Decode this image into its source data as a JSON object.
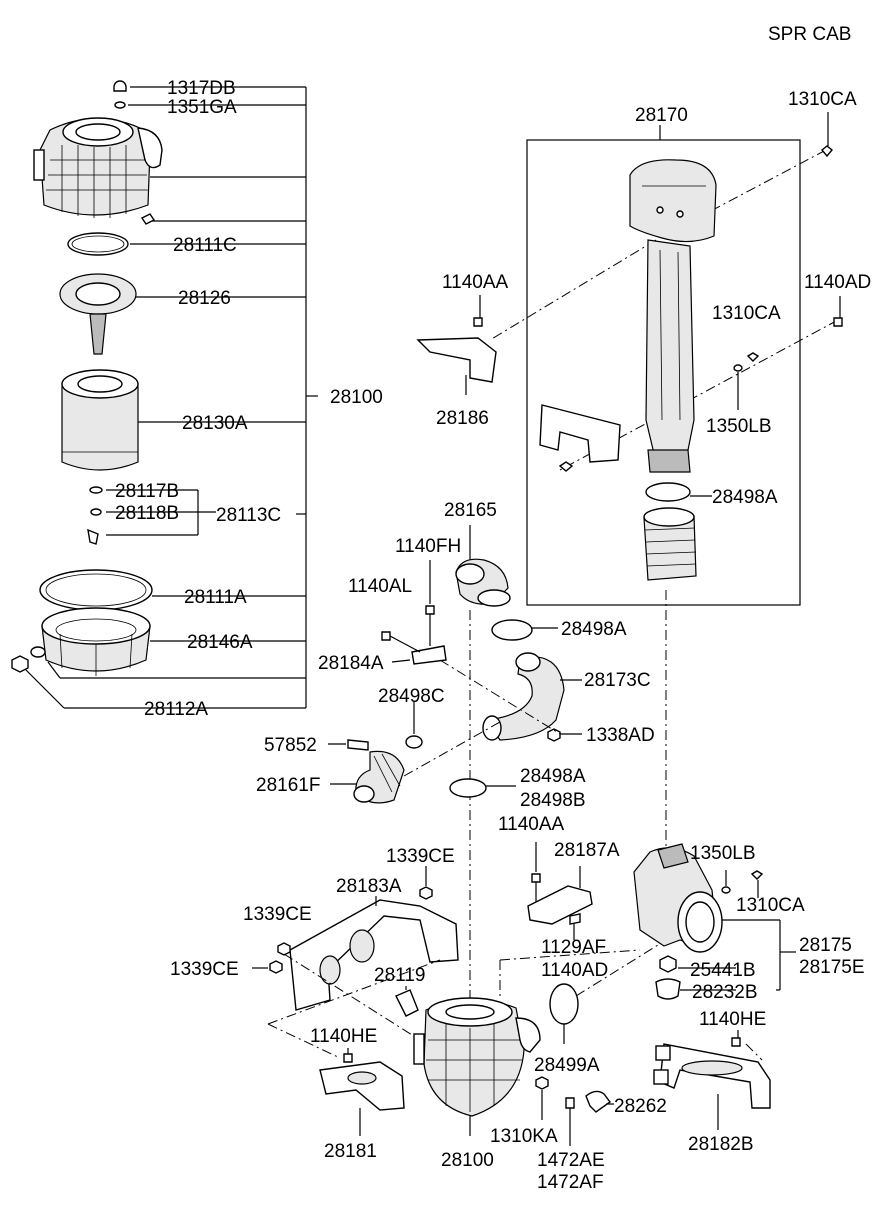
{
  "header": {
    "variant": "SPR CAB"
  },
  "labels": {
    "p1317DB": "1317DB",
    "p1351GA": "1351GA",
    "p28111C": "28111C",
    "p28126": "28126",
    "p28100_group": "28100",
    "p28130A": "28130A",
    "p28117B": "28117B",
    "p28118B": "28118B",
    "p28113C": "28113C",
    "p28111A": "28111A",
    "p28146A": "28146A",
    "p28112A": "28112A",
    "p28170": "28170",
    "p1310CA_top": "1310CA",
    "p1140AA_top": "1140AA",
    "p1140AD_top": "1140AD",
    "p1310CA_mid": "1310CA",
    "p28186": "28186",
    "p1350LB_top": "1350LB",
    "p28498A_top": "28498A",
    "p28165": "28165",
    "p1140FH": "1140FH",
    "p1140AL": "1140AL",
    "p28498A_mid": "28498A",
    "p28184A": "28184A",
    "p28173C": "28173C",
    "p28498C": "28498C",
    "p57852": "57852",
    "p1338AD": "1338AD",
    "p28161F": "28161F",
    "p28498A_low": "28498A",
    "p28498B": "28498B",
    "p1140AA_low": "1140AA",
    "p28187A": "28187A",
    "p1350LB_low": "1350LB",
    "p1339CE_a": "1339CE",
    "p28183A": "28183A",
    "p1310CA_low": "1310CA",
    "p1339CE_b": "1339CE",
    "p1129AF": "1129AF",
    "p28175": "28175",
    "p1140AD_low": "1140AD",
    "p28175E": "28175E",
    "p1339CE_c": "1339CE",
    "p25441B": "25441B",
    "p28119": "28119",
    "p28232B": "28232B",
    "p1140HE_left": "1140HE",
    "p28499A": "28499A",
    "p1140HE_right": "1140HE",
    "p28262": "28262",
    "p1310KA": "1310KA",
    "p28181": "28181",
    "p28100_bottom": "28100",
    "p28182B": "28182B",
    "p1472AE": "1472AE",
    "p1472AF": "1472AF"
  }
}
